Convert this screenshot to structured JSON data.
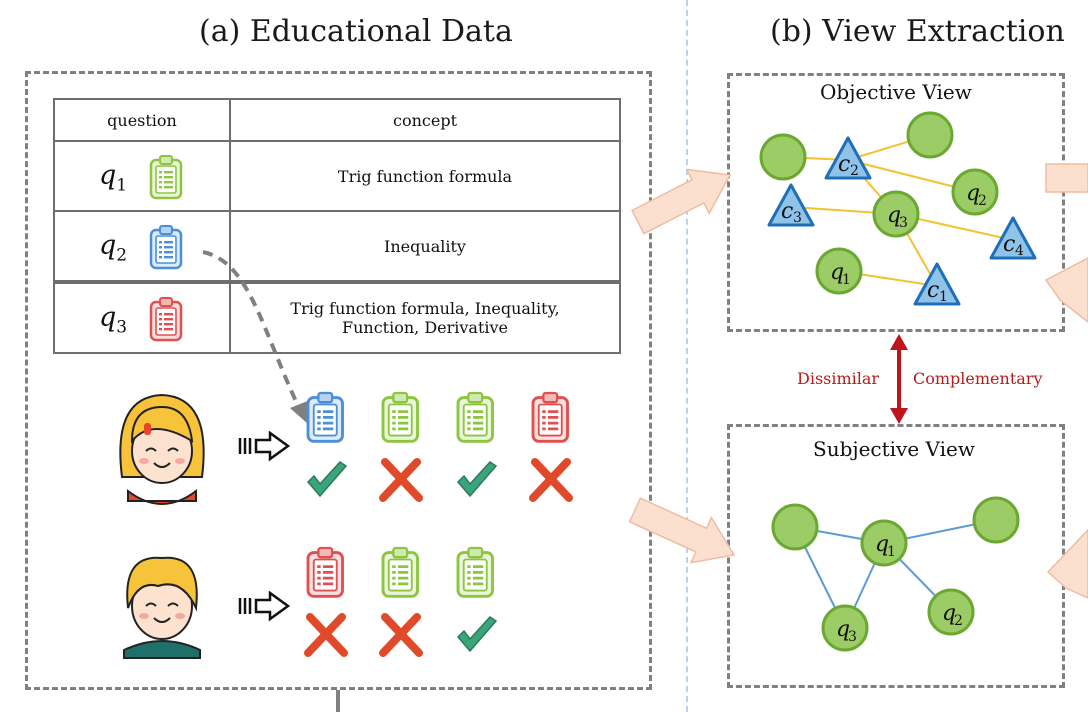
{
  "panel_a": {
    "title": "(a) Educational Data",
    "table": {
      "headers": [
        "question",
        "concept"
      ],
      "rows": [
        {
          "q": "q",
          "sub": "1",
          "color": "#8cc63f",
          "concept": "Trig function formula"
        },
        {
          "q": "q",
          "sub": "2",
          "color": "#4a90d9",
          "concept": "Inequality"
        },
        {
          "q": "q",
          "sub": "3",
          "color": "#e05050",
          "concept_line1": "Trig function formula, Inequality,",
          "concept_line2": "Function, Derivative"
        }
      ]
    },
    "students": [
      {
        "avatar": "girl-student",
        "responses": [
          {
            "question_color": "#4a90d9",
            "result": "correct"
          },
          {
            "question_color": "#8cc63f",
            "result": "wrong"
          },
          {
            "question_color": "#8cc63f",
            "result": "correct"
          },
          {
            "question_color": "#e05050",
            "result": "wrong"
          }
        ]
      },
      {
        "avatar": "boy-student",
        "responses": [
          {
            "question_color": "#e05050",
            "result": "wrong"
          },
          {
            "question_color": "#8cc63f",
            "result": "wrong"
          },
          {
            "question_color": "#8cc63f",
            "result": "correct"
          }
        ]
      }
    ]
  },
  "panel_b": {
    "title": "(b) View Extraction",
    "objective_view": {
      "title": "Objective View",
      "nodes": [
        {
          "id": "u1",
          "type": "question",
          "label": ""
        },
        {
          "id": "u2",
          "type": "question",
          "label": ""
        },
        {
          "id": "c2",
          "type": "concept",
          "label": "c",
          "sub": "2"
        },
        {
          "id": "c3",
          "type": "concept",
          "label": "c",
          "sub": "3"
        },
        {
          "id": "q2",
          "type": "question",
          "label": "q",
          "sub": "2"
        },
        {
          "id": "q3",
          "type": "question",
          "label": "q",
          "sub": "3"
        },
        {
          "id": "c4",
          "type": "concept",
          "label": "c",
          "sub": "4"
        },
        {
          "id": "q1",
          "type": "question",
          "label": "q",
          "sub": "1"
        },
        {
          "id": "c1",
          "type": "concept",
          "label": "c",
          "sub": "1"
        }
      ],
      "edges": [
        [
          "u1",
          "c2"
        ],
        [
          "c2",
          "u2"
        ],
        [
          "c2",
          "q2"
        ],
        [
          "c2",
          "q3"
        ],
        [
          "c3",
          "q3"
        ],
        [
          "q3",
          "c4"
        ],
        [
          "q3",
          "c1"
        ],
        [
          "q1",
          "c1"
        ]
      ]
    },
    "relation": {
      "left": "Dissimilar",
      "right": "Complementary"
    },
    "subjective_view": {
      "title": "Subjective View",
      "nodes": [
        {
          "id": "u1",
          "label": ""
        },
        {
          "id": "q1",
          "label": "q",
          "sub": "1"
        },
        {
          "id": "u2",
          "label": ""
        },
        {
          "id": "q3",
          "label": "q",
          "sub": "3"
        },
        {
          "id": "q2",
          "label": "q",
          "sub": "2"
        }
      ],
      "edges": [
        [
          "u1",
          "q1"
        ],
        [
          "q1",
          "u2"
        ],
        [
          "u1",
          "q3"
        ],
        [
          "q1",
          "q3"
        ],
        [
          "q1",
          "q2"
        ]
      ]
    }
  },
  "colors": {
    "question_fill": "#9ccc65",
    "question_stroke": "#6aa832",
    "concept_fill": "#8fc3ea",
    "concept_stroke": "#1f6fb8",
    "objective_edge": "#f2c230",
    "subjective_edge": "#5b9bd5",
    "arrow_fill": "#fbe0d0",
    "arrow_stroke": "#f0bca0",
    "relation_arrow": "#c0141c",
    "correct": "#3aa57a",
    "wrong": "#e04a2a"
  }
}
